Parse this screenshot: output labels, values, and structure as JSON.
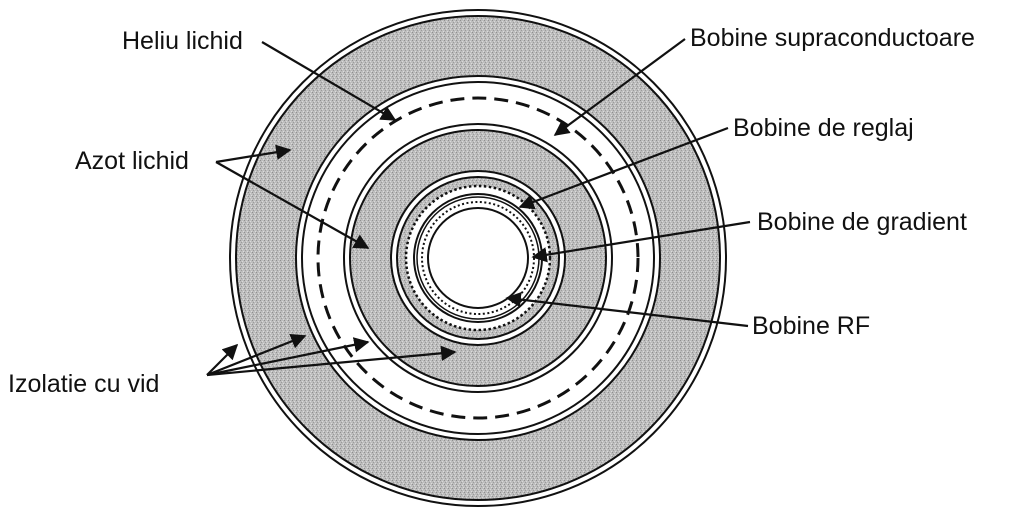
{
  "colors": {
    "background": "#ffffff",
    "insulation_fill": "#b8b8b8",
    "line": "#111111"
  },
  "labels": {
    "heliu_lichid": "Heliu lichid",
    "azot_lichid": "Azot lichid",
    "izolatie_cu_vid": "Izolatie cu vid",
    "bobine_supraconductoare": "Bobine supraconductoare",
    "bobine_de_reglaj": "Bobine de reglaj",
    "bobine_de_gradient": "Bobine de gradient",
    "bobine_rf": "Bobine RF"
  }
}
